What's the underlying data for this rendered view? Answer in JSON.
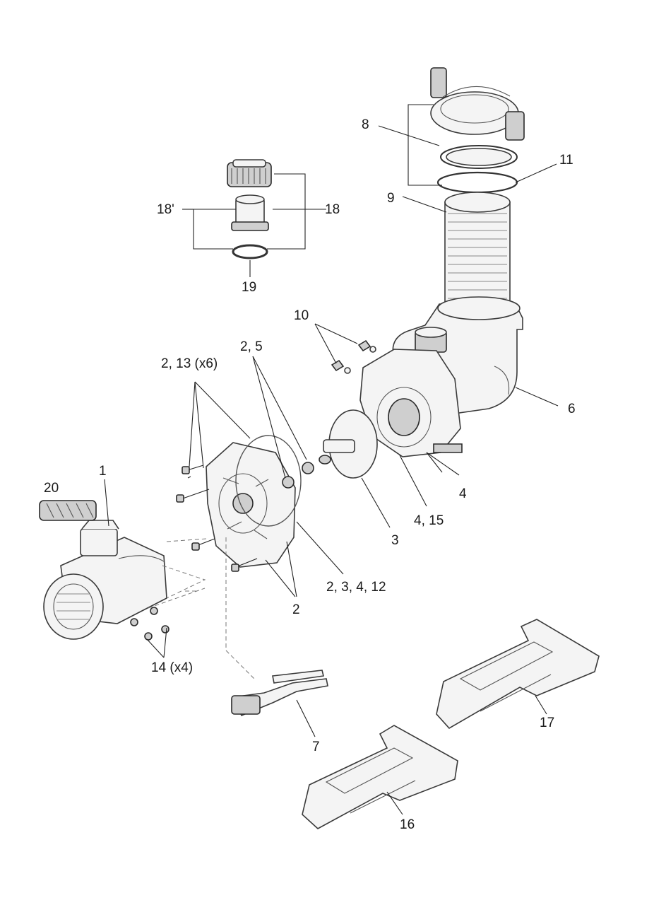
{
  "callouts": {
    "c1": "1",
    "c20": "20",
    "c2_13": "2, 13 (x6)",
    "c2_5": "2, 5",
    "c10": "10",
    "c8": "8",
    "c11": "11",
    "c9": "9",
    "c18p": "18'",
    "c18": "18",
    "c19": "19",
    "c6": "6",
    "c4": "4",
    "c4_15": "4, 15",
    "c3": "3",
    "c2_3_4_12": "2, 3, 4, 12",
    "c2": "2",
    "c14": "14 (x4)",
    "c7": "7",
    "c17": "17",
    "c16": "16"
  }
}
